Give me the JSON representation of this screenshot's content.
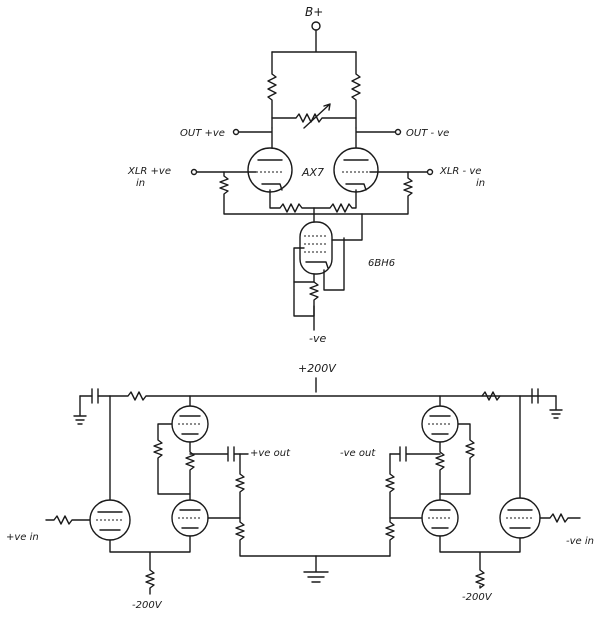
{
  "top_circuit": {
    "supply_label": "B+",
    "out_pos_label": "OUT +ve",
    "out_neg_label": "OUT - ve",
    "in_pos_label": [
      "XLR +ve",
      "in"
    ],
    "in_neg_label": [
      "XLR - ve",
      "in"
    ],
    "tube_pair_label": "AX7",
    "ccs_tube_label": "6BH6",
    "neg_supply_label": "-ve"
  },
  "bottom_circuit": {
    "supply_label": "+200V",
    "pos_out_label": "+ve out",
    "neg_out_label": "-ve out",
    "pos_in_label": "+ve in",
    "neg_in_label": "-ve in",
    "neg_supply_left": "-200V",
    "neg_supply_right": "-200V"
  }
}
